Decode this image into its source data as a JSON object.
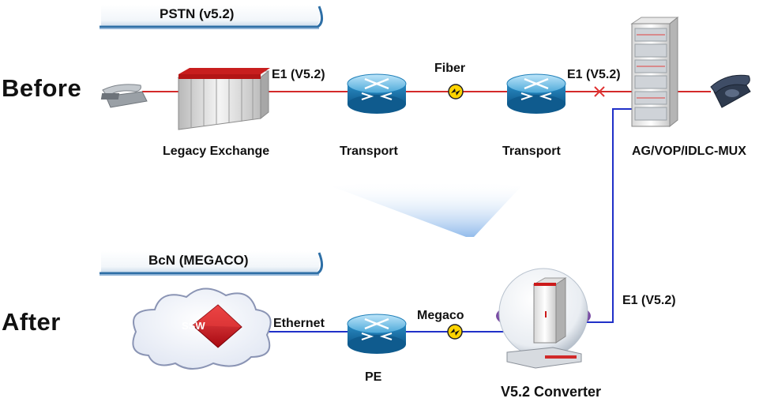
{
  "sections": {
    "before": {
      "label": "Before",
      "banner": "PSTN (v5.2)"
    },
    "after": {
      "label": "After",
      "banner": "BcN (MEGACO)"
    }
  },
  "before_row": {
    "legacy_exchange": "Legacy Exchange",
    "link_e1_left": "E1 (V5.2)",
    "transport_1": "Transport",
    "fiber": "Fiber",
    "transport_2": "Transport",
    "link_e1_right": "E1 (V5.2)",
    "access_gateway": "AG/VOP/IDLC-MUX"
  },
  "after_row": {
    "ssw": "SSW",
    "ethernet": "Ethernet",
    "pe": "PE",
    "megaco": "Megaco",
    "converter": "V5.2 Converter",
    "link_e1": "E1 (V5.2)"
  },
  "colors": {
    "pstn_link": "#d42a2a",
    "ip_link": "#2030c8",
    "router_blue": "#1f7fb8",
    "banner_blue": "#2e6fa6",
    "ssw_red": "#c8141e"
  }
}
